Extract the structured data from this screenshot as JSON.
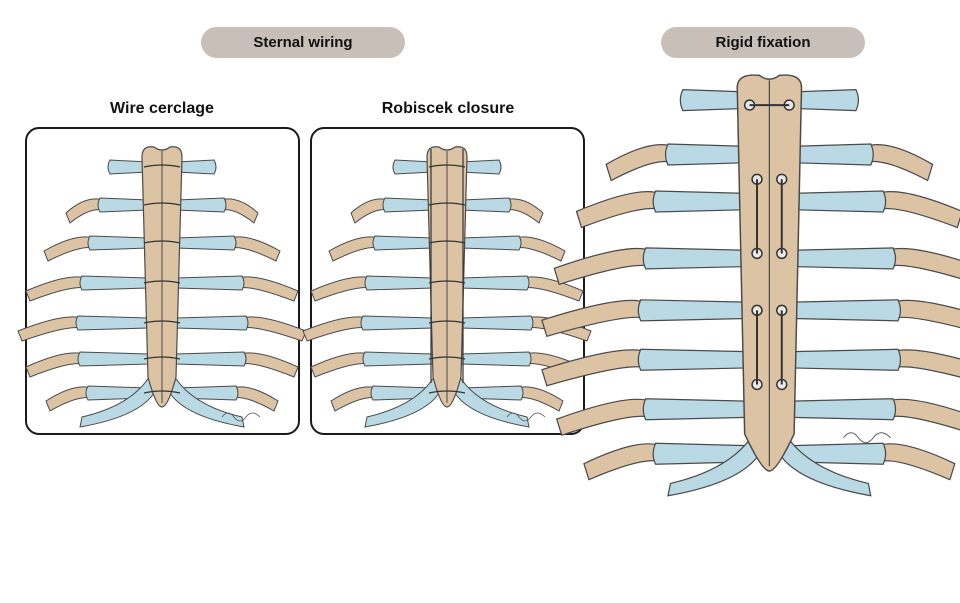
{
  "header": {
    "sternal_wiring_label": "Sternal wiring",
    "rigid_fixation_label": "Rigid fixation"
  },
  "panels": {
    "wire_cerclage_label": "Wire cerclage",
    "robiscek_label": "Robiscek closure"
  },
  "colors": {
    "pill_bg": "#c8bfb9",
    "cartilage": "#b9d9e4",
    "bone": "#dcc3a4",
    "outline": "#4a4a4a"
  }
}
